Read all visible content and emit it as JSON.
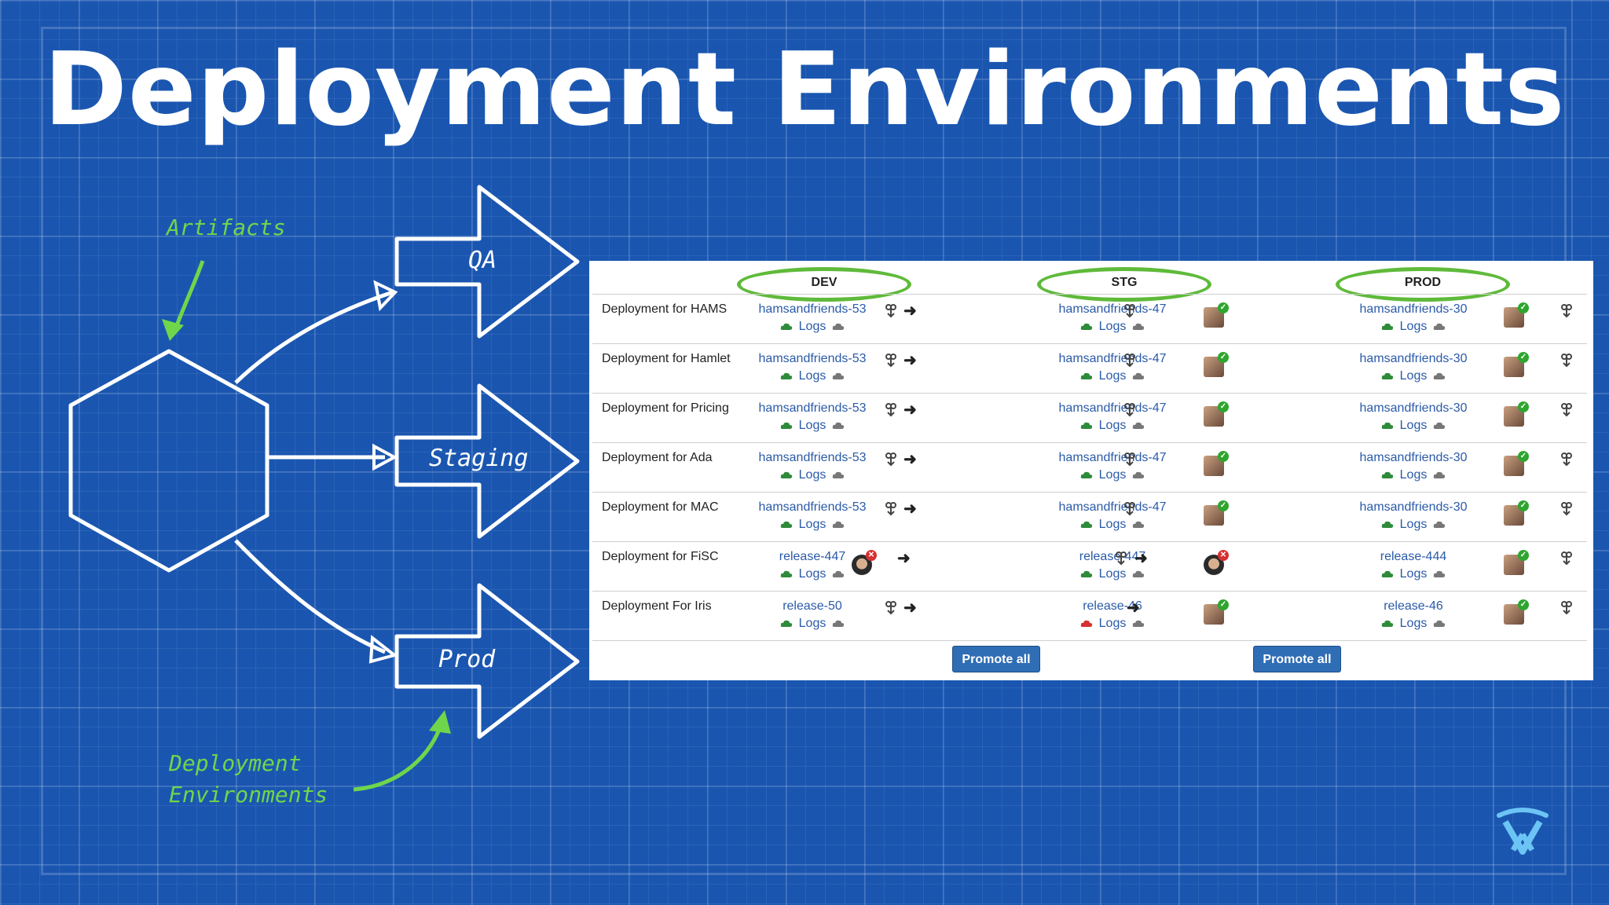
{
  "title": "Deployment Environments",
  "diagram": {
    "artifacts_label": "Artifacts",
    "deployment_label_line1": "Deployment",
    "deployment_label_line2": "Environments",
    "arrows": [
      "QA",
      "Staging",
      "Prod"
    ]
  },
  "panel": {
    "environments": [
      "DEV",
      "STG",
      "PROD"
    ],
    "logs_label": "Logs",
    "promote_label": "Promote all",
    "rows": [
      {
        "name": "Deployment for HAMS",
        "dev": "hamsandfriends-53",
        "stg": "hamsandfriends-47",
        "prod": "hamsandfriends-30"
      },
      {
        "name": "Deployment for Hamlet",
        "dev": "hamsandfriends-53",
        "stg": "hamsandfriends-47",
        "prod": "hamsandfriends-30"
      },
      {
        "name": "Deployment for Pricing",
        "dev": "hamsandfriends-53",
        "stg": "hamsandfriends-47",
        "prod": "hamsandfriends-30"
      },
      {
        "name": "Deployment for Ada",
        "dev": "hamsandfriends-53",
        "stg": "hamsandfriends-47",
        "prod": "hamsandfriends-30"
      },
      {
        "name": "Deployment for MAC",
        "dev": "hamsandfriends-53",
        "stg": "hamsandfriends-47",
        "prod": "hamsandfriends-30"
      },
      {
        "name": "Deployment for FiSC",
        "dev": "release-447",
        "stg": "release-447",
        "prod": "release-444"
      },
      {
        "name": "Deployment For Iris",
        "dev": "release-50",
        "stg": "release-46",
        "prod": "release-46"
      }
    ]
  },
  "colors": {
    "background": "#1a56b0",
    "chalk_green": "#6fd64b",
    "ring_green": "#5fba3a",
    "link_blue": "#2a5aa8",
    "button_blue": "#2f6db5"
  }
}
